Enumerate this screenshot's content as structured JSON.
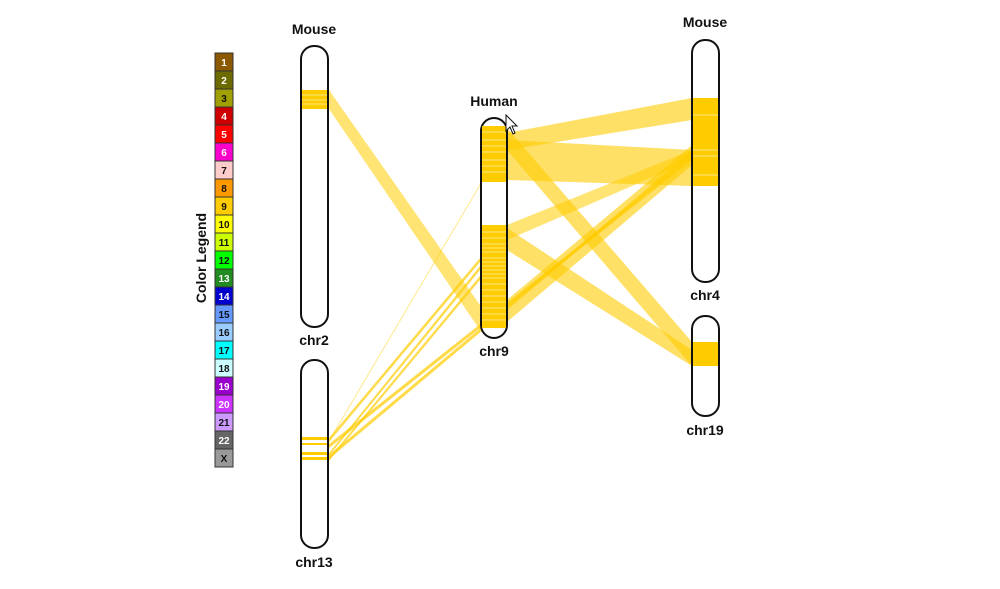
{
  "legend": {
    "title": "Color Legend",
    "items": [
      {
        "label": "1",
        "color": "#8b5a00",
        "text": "#ffffff"
      },
      {
        "label": "2",
        "color": "#6b6b00",
        "text": "#ffffff"
      },
      {
        "label": "3",
        "color": "#a0a000",
        "text": "#111111"
      },
      {
        "label": "4",
        "color": "#cc0000",
        "text": "#ffffff"
      },
      {
        "label": "5",
        "color": "#ff0000",
        "text": "#ffffff"
      },
      {
        "label": "6",
        "color": "#ff00cc",
        "text": "#ffffff"
      },
      {
        "label": "7",
        "color": "#ffcccc",
        "text": "#111111"
      },
      {
        "label": "8",
        "color": "#ff9900",
        "text": "#111111"
      },
      {
        "label": "9",
        "color": "#ffcc00",
        "text": "#111111"
      },
      {
        "label": "10",
        "color": "#ffff00",
        "text": "#111111"
      },
      {
        "label": "11",
        "color": "#ccff00",
        "text": "#111111"
      },
      {
        "label": "12",
        "color": "#00ff00",
        "text": "#111111"
      },
      {
        "label": "13",
        "color": "#228b22",
        "text": "#ffffff"
      },
      {
        "label": "14",
        "color": "#0000cc",
        "text": "#ffffff"
      },
      {
        "label": "15",
        "color": "#6699ff",
        "text": "#111111"
      },
      {
        "label": "16",
        "color": "#99ccff",
        "text": "#111111"
      },
      {
        "label": "17",
        "color": "#00ffff",
        "text": "#111111"
      },
      {
        "label": "18",
        "color": "#ccffff",
        "text": "#111111"
      },
      {
        "label": "19",
        "color": "#9900cc",
        "text": "#ffffff"
      },
      {
        "label": "20",
        "color": "#cc33ff",
        "text": "#ffffff"
      },
      {
        "label": "21",
        "color": "#cc99ff",
        "text": "#111111"
      },
      {
        "label": "22",
        "color": "#666666",
        "text": "#ffffff"
      },
      {
        "label": "X",
        "color": "#999999",
        "text": "#111111"
      }
    ]
  },
  "groups": {
    "left": "Mouse",
    "center": "Human",
    "right": "Mouse"
  },
  "chromosomes": {
    "chr2": "chr2",
    "chr13": "chr13",
    "chr9": "chr9",
    "chr4": "chr4",
    "chr19": "chr19"
  },
  "colors": {
    "link": "#ffcc00",
    "outline": "#111111"
  }
}
